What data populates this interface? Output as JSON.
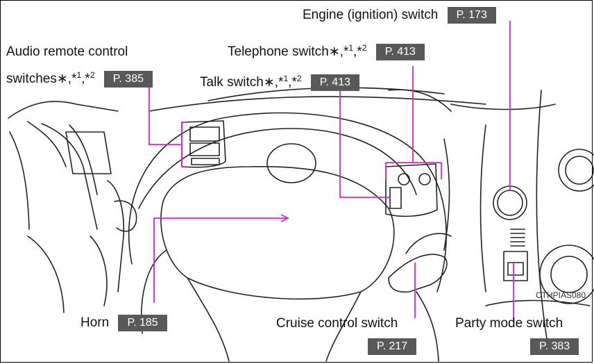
{
  "labels": {
    "engine_switch": "Engine (ignition) switch",
    "engine_page": "P. 173",
    "telephone_switch": "Telephone switch",
    "telephone_page": "P. 413",
    "audio_line1": "Audio remote control",
    "audio_line2": "switches",
    "audio_page": "P. 385",
    "talk_switch": "Talk switch",
    "talk_page": "P. 413",
    "horn": "Horn",
    "horn_page": "P. 185",
    "cruise_switch": "Cruise control switch",
    "cruise_page": "P. 217",
    "party_switch": "Party mode switch",
    "party_page": "P. 383",
    "footnote_marks": "∗,*",
    "note1": "1",
    "note_sep": ",*",
    "note2": "2",
    "image_code": "CTHPIAS080"
  },
  "colors": {
    "leader": "#e020d8",
    "button": "#595959"
  }
}
